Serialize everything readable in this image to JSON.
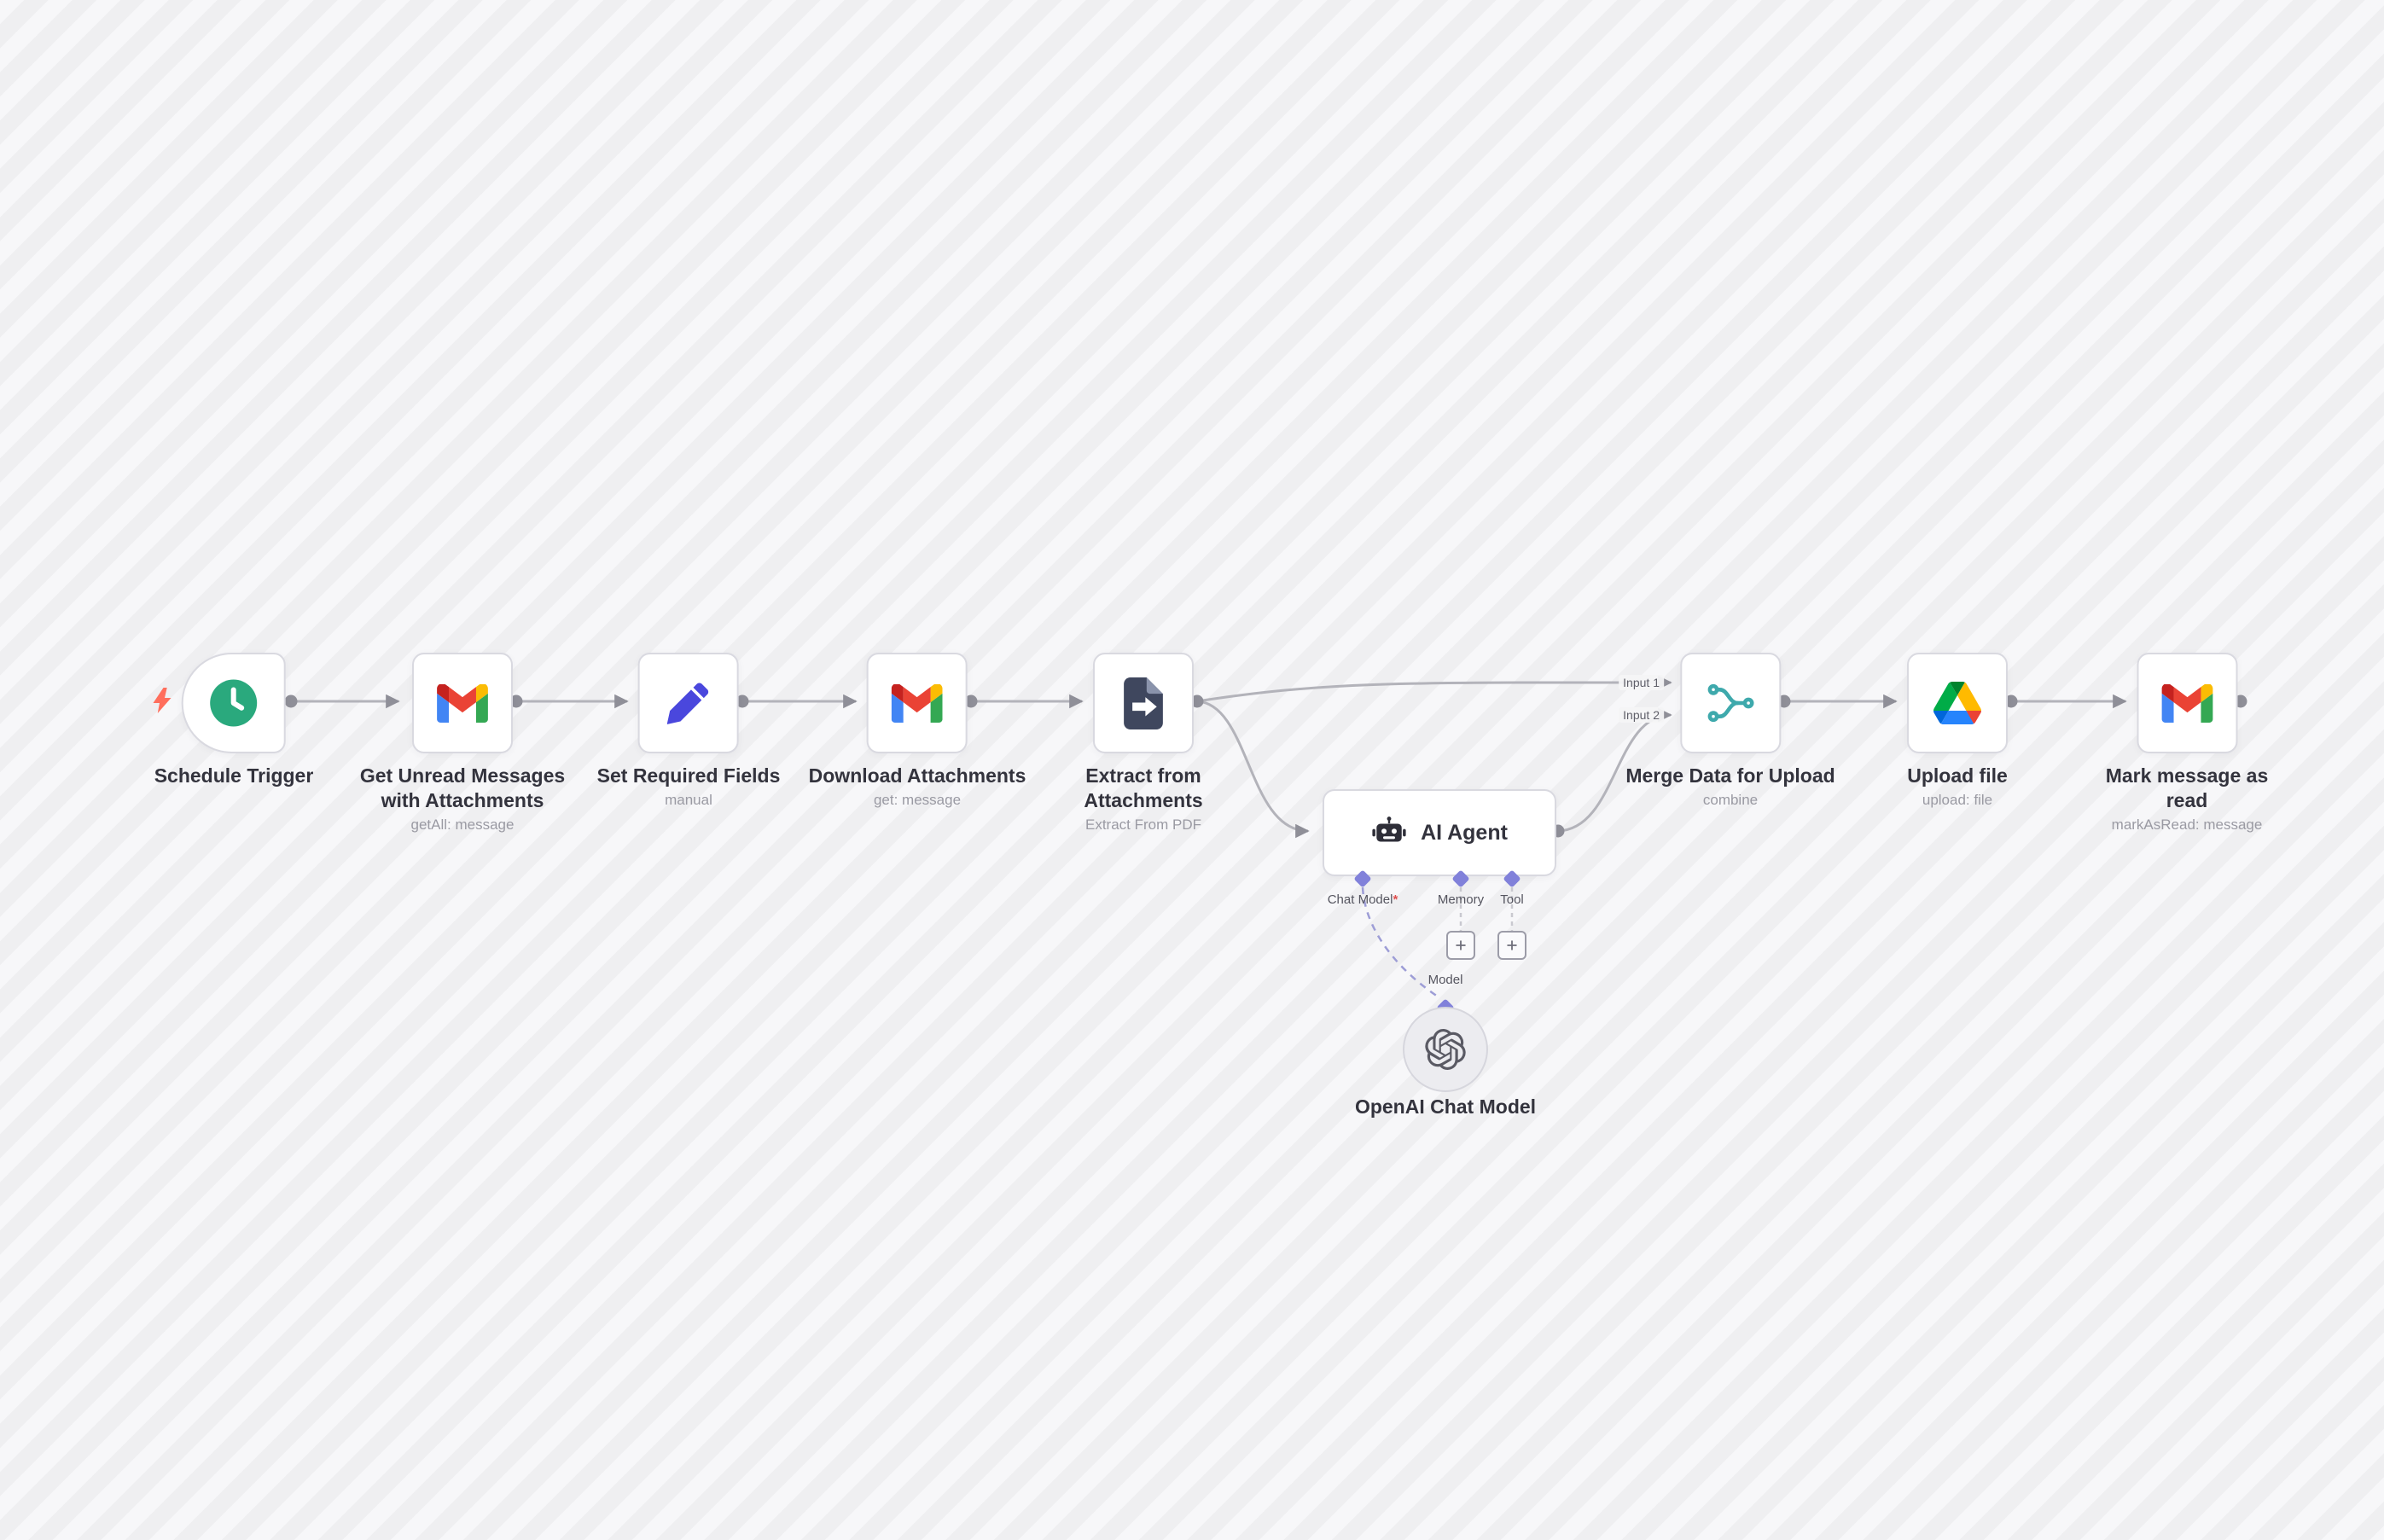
{
  "nodes": [
    {
      "label": "Schedule Trigger",
      "subtitle": "",
      "icon": "clock-icon"
    },
    {
      "label": "Get Unread Messages with Attachments",
      "subtitle": "getAll: message",
      "icon": "gmail-icon"
    },
    {
      "label": "Set Required Fields",
      "subtitle": "manual",
      "icon": "pencil-icon"
    },
    {
      "label": "Download Attachments",
      "subtitle": "get: message",
      "icon": "gmail-icon"
    },
    {
      "label": "Extract from Attachments",
      "subtitle": "Extract From PDF",
      "icon": "file-export-icon"
    },
    {
      "label": "AI Agent",
      "subtitle": "",
      "icon": "robot-icon"
    },
    {
      "label": "Merge Data for Upload",
      "subtitle": "combine",
      "icon": "merge-icon"
    },
    {
      "label": "Upload file",
      "subtitle": "upload: file",
      "icon": "google-drive-icon"
    },
    {
      "label": "Mark message as read",
      "subtitle": "markAsRead: message",
      "icon": "gmail-icon"
    },
    {
      "label": "OpenAI Chat Model",
      "subtitle": "",
      "icon": "openai-icon"
    }
  ],
  "agent": {
    "title": "AI Agent",
    "chat_model_label": "Chat Model",
    "required_mark": "*",
    "memory_label": "Memory",
    "tool_label": "Tool",
    "model_label": "Model"
  },
  "merge": {
    "input1": "Input 1",
    "input2": "Input 2"
  },
  "colors": {
    "node_border": "#d9d9e0",
    "connection_gray": "#b3b3ba",
    "endpoint_gray": "#8f8f98",
    "label_dark": "#33333d",
    "subtitle_gray": "#9a9aa3",
    "schedule_green": "#2aa97d",
    "set_blue": "#4a47dd",
    "extract_navy": "#3f475e",
    "merge_teal": "#3ea9ac",
    "trigger_bolt_orange": "#ff6e5c",
    "port_diamond_indigo": "#8181da",
    "required_red": "#e04f4f"
  }
}
